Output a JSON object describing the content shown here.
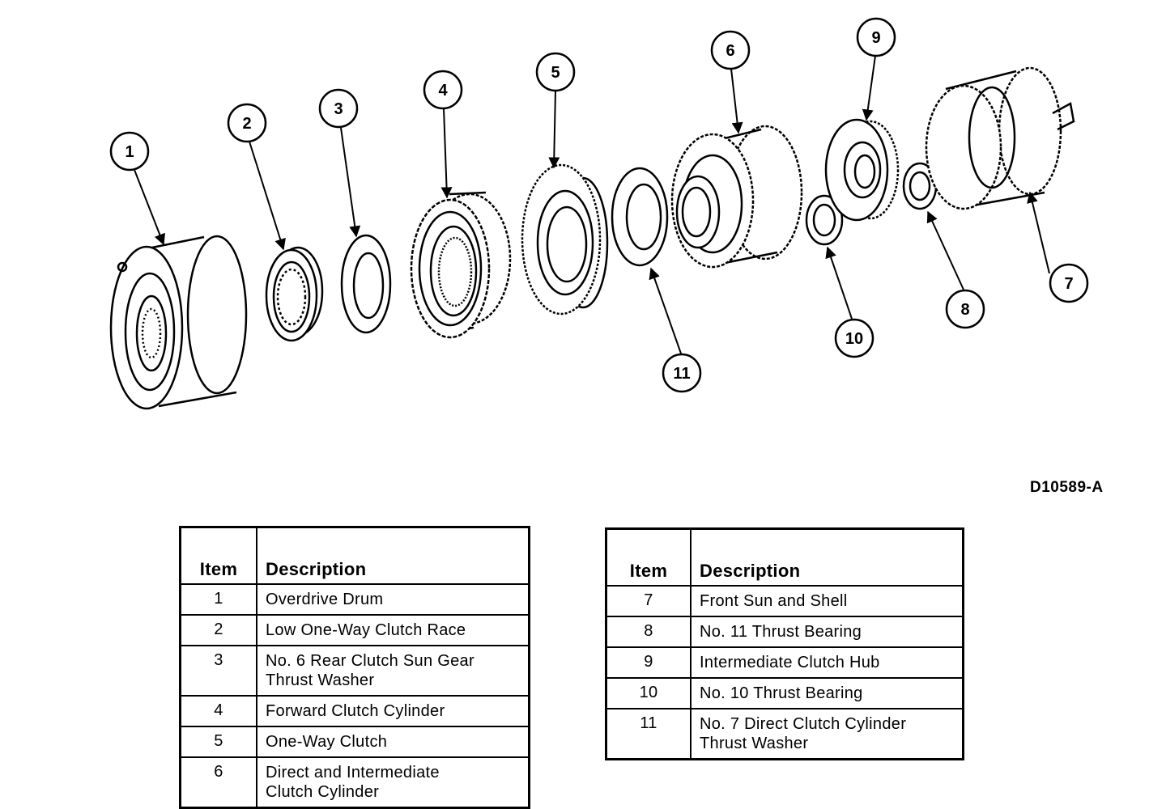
{
  "figure_code": "D10589-A",
  "callouts": [
    "1",
    "2",
    "3",
    "4",
    "5",
    "6",
    "7",
    "8",
    "9",
    "10",
    "11"
  ],
  "legend_left": {
    "headers": {
      "item": "Item",
      "description": "Description"
    },
    "rows": [
      {
        "item": "1",
        "lines": [
          "Overdrive Drum"
        ]
      },
      {
        "item": "2",
        "lines": [
          "Low One-Way Clutch Race"
        ]
      },
      {
        "item": "3",
        "lines": [
          "No. 6 Rear Clutch Sun Gear",
          "Thrust Washer"
        ]
      },
      {
        "item": "4",
        "lines": [
          "Forward Clutch Cylinder"
        ]
      },
      {
        "item": "5",
        "lines": [
          "One-Way Clutch"
        ]
      },
      {
        "item": "6",
        "lines": [
          "Direct and Intermediate",
          "Clutch Cylinder"
        ]
      }
    ]
  },
  "legend_right": {
    "headers": {
      "item": "Item",
      "description": "Description"
    },
    "rows": [
      {
        "item": "7",
        "lines": [
          "Front Sun and Shell"
        ]
      },
      {
        "item": "8",
        "lines": [
          "No. 11 Thrust Bearing"
        ]
      },
      {
        "item": "9",
        "lines": [
          "Intermediate Clutch Hub"
        ]
      },
      {
        "item": "10",
        "lines": [
          "No. 10 Thrust Bearing"
        ]
      },
      {
        "item": "11",
        "lines": [
          "No. 7 Direct Clutch Cylinder",
          "Thrust Washer"
        ]
      }
    ]
  }
}
